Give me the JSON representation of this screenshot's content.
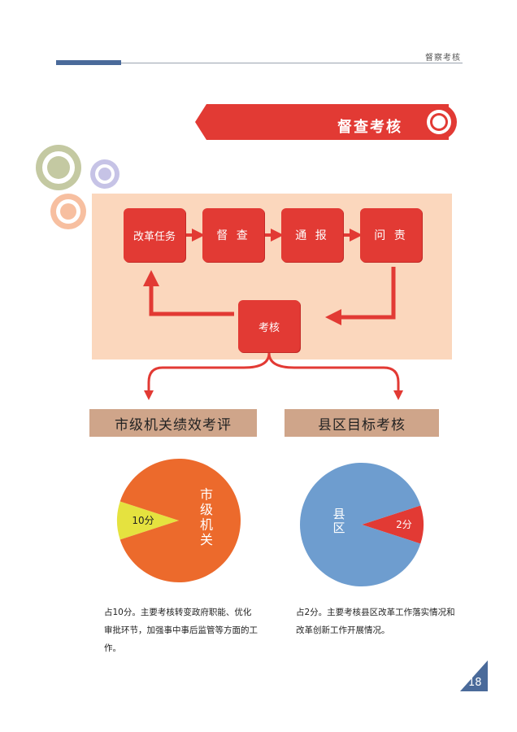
{
  "header": {
    "section_label": "督察考核"
  },
  "banner": {
    "title": "督查考核"
  },
  "process": {
    "steps": [
      "改革任务",
      "督 查",
      "通 报",
      "问 责"
    ],
    "assess": "考核"
  },
  "categories": {
    "left": "市级机关绩效考评",
    "right": "县区目标考核"
  },
  "chart_data": [
    {
      "type": "pie",
      "slices": [
        {
          "label": "10分",
          "value": 10,
          "color": "#e5e23f"
        },
        {
          "label": "市级机关",
          "value": 90,
          "color": "#ec6a2c"
        }
      ]
    },
    {
      "type": "pie",
      "slices": [
        {
          "label": "2分",
          "value": 2,
          "color": "#e23a34"
        },
        {
          "label": "县区",
          "value": 18,
          "color": "#6e9dcf"
        }
      ]
    }
  ],
  "notes": {
    "left": "占10分。主要考核转变政府职能、优化审批环节，加强事中事后监管等方面的工作。",
    "right": "占2分。主要考核县区改革工作落实情况和改革创新工作开展情况。"
  },
  "page_number": "18",
  "colors": {
    "red": "#e23a34",
    "peach": "#fbd7bd",
    "tan": "#cfa58a",
    "blue": "#6e9dcf",
    "orange": "#ec6a2c",
    "yellow": "#e5e23f"
  }
}
